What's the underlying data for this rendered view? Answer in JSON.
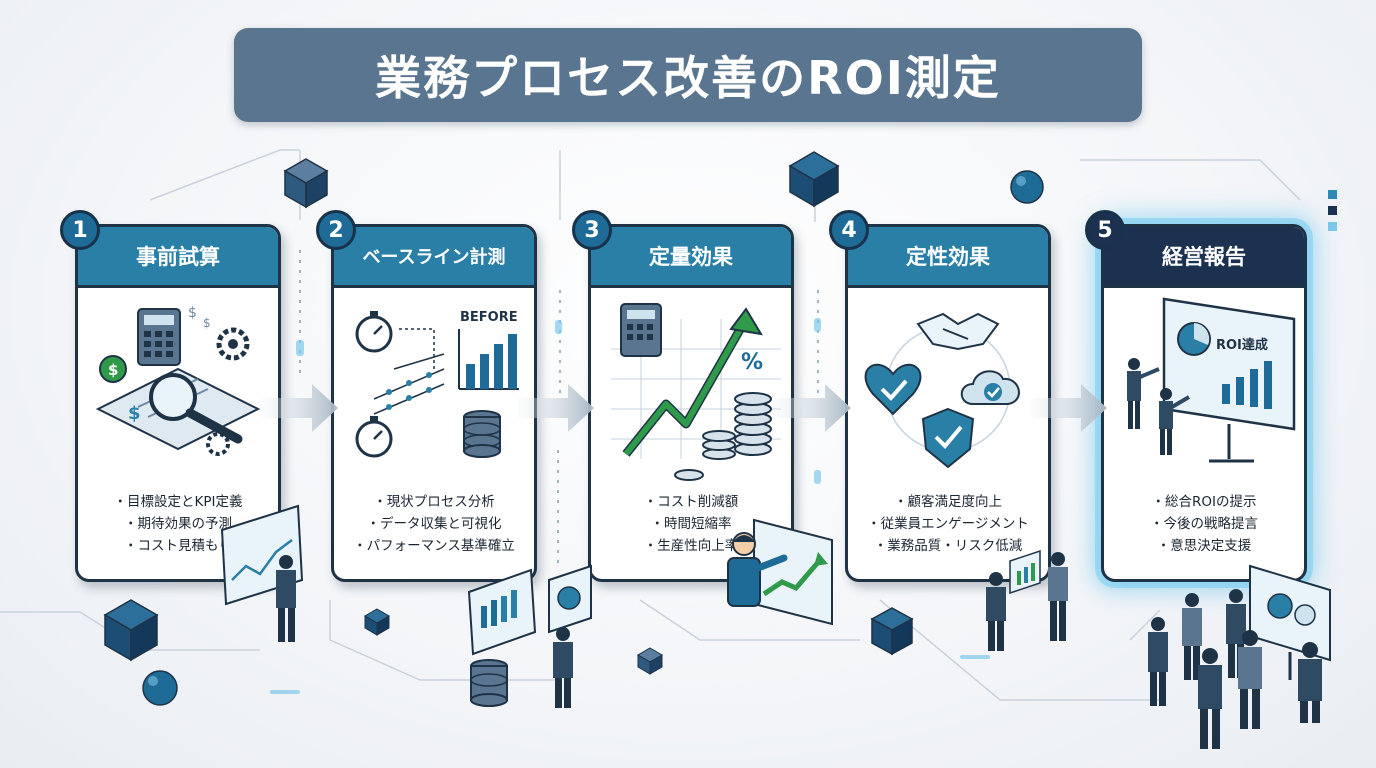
{
  "title": "業務プロセス改善のROI測定",
  "steps": [
    {
      "number": "1",
      "heading": "事前試算",
      "bullets": [
        "目標設定とKPI定義",
        "期待効果の予測",
        "コスト見積もり"
      ]
    },
    {
      "number": "2",
      "heading": "ベースライン計測",
      "illustration_label": "BEFORE",
      "bullets": [
        "現状プロセス分析",
        "データ収集と可視化",
        "パフォーマンス基準確立"
      ]
    },
    {
      "number": "3",
      "heading": "定量効果",
      "illustration_label": "%",
      "bullets": [
        "コスト削減額",
        "時間短縮率",
        "生産性向上率"
      ]
    },
    {
      "number": "4",
      "heading": "定性効果",
      "bullets": [
        "顧客満足度向上",
        "従業員エンゲージメント",
        "業務品質・リスク低減"
      ]
    },
    {
      "number": "5",
      "heading": "経営報告",
      "illustration_label": "ROI達成",
      "bullets": [
        "総合ROIの提示",
        "今後の戦略提言",
        "意思決定支援"
      ]
    }
  ],
  "icons": {
    "step1": [
      "calculator-icon",
      "magnifier-icon",
      "gear-icon",
      "dollar-coin-icon",
      "document-icon"
    ],
    "step2": [
      "stopwatch-icon",
      "bar-chart-icon",
      "database-icon"
    ],
    "step3": [
      "calculator-icon",
      "rising-arrow-icon",
      "coin-stack-icon",
      "percent-icon"
    ],
    "step4": [
      "handshake-icon",
      "heart-check-icon",
      "cloud-check-icon",
      "shield-check-icon"
    ],
    "step5": [
      "presentation-monitor-icon",
      "presenters-icon"
    ]
  },
  "colors": {
    "title_banner": "#5a7590",
    "card_header": "#2a7fa6",
    "card_header_final": "#1c3150",
    "accent_green": "#2f9a4a",
    "glow": "#5bbde8"
  }
}
